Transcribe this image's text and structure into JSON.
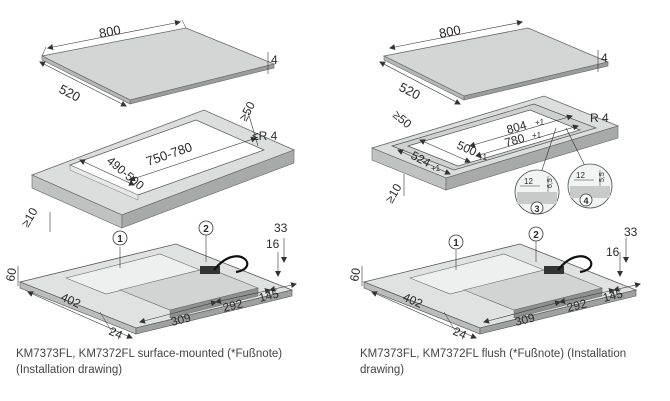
{
  "captions": {
    "left": "KM7373FL, KM7372FL surface-mounted (*Fußnote) (Installation drawing)",
    "right": "KM7373FL, KM7372FL flush (*Fußnote) (Installation drawing)"
  },
  "left": {
    "hob_width": "800",
    "hob_depth": "520",
    "hob_thickness": "4",
    "cutout_width": "750-780",
    "cutout_depth": "490-500",
    "min_rear_clearance": "≥50",
    "corner_radius": "≤R 4",
    "min_front_clearance": "≥10",
    "callout_1": "1",
    "callout_2": "2",
    "height_total": "33",
    "height_box": "16",
    "box_depth": "60",
    "dim_402": "402",
    "dim_24": "24",
    "dim_309": "309",
    "dim_292": "292",
    "dim_145": "145"
  },
  "right": {
    "hob_width": "800",
    "hob_depth": "520",
    "hob_thickness": "4",
    "min_rear_clearance": "≥50",
    "corner_radius": "R 4",
    "rebate_width": "804",
    "rebate_width_tol": "+1",
    "cutout_width": "780",
    "cutout_width_tol": "+1",
    "cutout_depth": "500",
    "cutout_depth_tol": "+1",
    "rebate_depth": "524",
    "rebate_depth_tol": "+1",
    "min_front_clearance": "≥10",
    "detail_3_width": "12",
    "detail_3_depth": "6,5",
    "detail_3_label": "3",
    "detail_4_width": "12",
    "detail_4_depth": "5,5",
    "detail_4_label": "4",
    "callout_1": "1",
    "callout_2": "2",
    "height_total": "33",
    "height_box": "16",
    "box_depth": "60",
    "dim_402": "402",
    "dim_24": "24",
    "dim_309": "309",
    "dim_292": "292",
    "dim_145": "145"
  }
}
